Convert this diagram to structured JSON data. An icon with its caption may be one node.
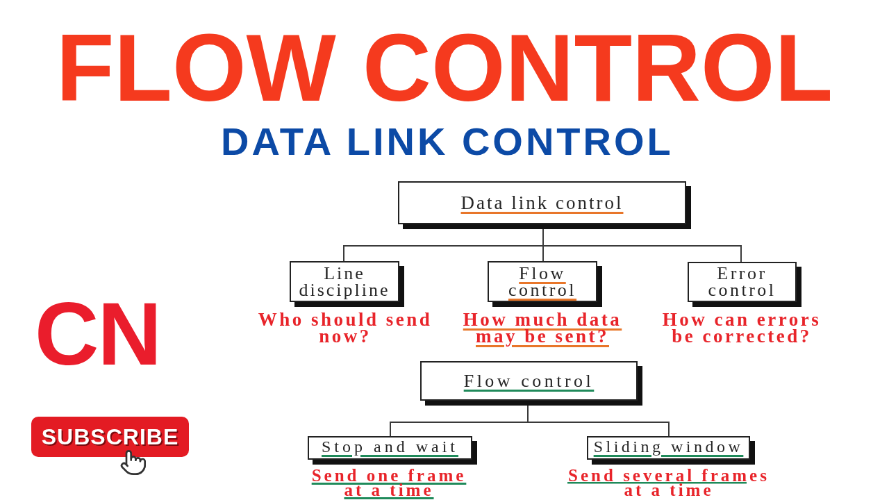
{
  "diagram": {
    "title": "FLOW CONTROL",
    "nodes": [
      {
        "text": [
          "Data link control"
        ]
      },
      {
        "text": [
          "Line discipline"
        ],
        "beside": [
          "Who should send now?"
        ]
      },
      {
        "text": [
          "Flow control"
        ],
        "beside": [
          "How much data may be sent?"
        ]
      },
      {
        "text": [
          "Error control"
        ],
        "beside": [
          "How can errors be corrected?"
        ]
      },
      {
        "text": [
          "Flow control"
        ]
      },
      {
        "text": [
          "Stop and wait"
        ],
        "beside": [
          "Send one frame at a time"
        ]
      },
      {
        "text": [
          "Sliding window"
        ],
        "beside": [
          "Send several frames at a time"
        ]
      }
    ],
    "edges": [
      {
        "from": 0,
        "to": 1,
        "arrow": "none"
      },
      {
        "from": 0,
        "to": 2,
        "arrow": "none"
      },
      {
        "from": 0,
        "to": 3,
        "arrow": "none"
      },
      {
        "from": 4,
        "to": 5,
        "arrow": "none"
      },
      {
        "from": 4,
        "to": 6,
        "arrow": "none"
      }
    ],
    "labels": [
      "DATA LINK CONTROL",
      "CN",
      "SUBSCRIBE"
    ]
  }
}
